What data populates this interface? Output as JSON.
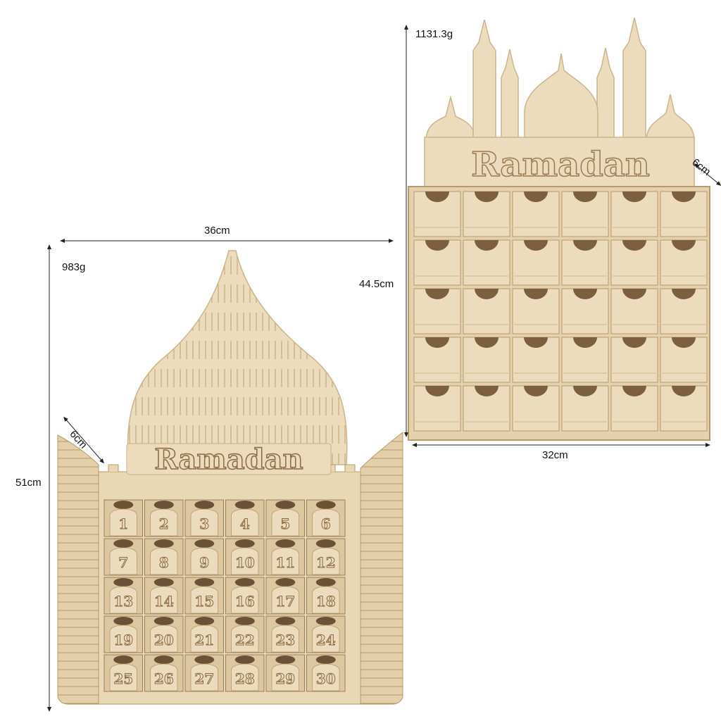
{
  "left_product": {
    "sign_text": "Ramadan",
    "weight": "983g",
    "width": "36cm",
    "height": "51cm",
    "depth": "6cm",
    "drawer_numbers": [
      "1",
      "2",
      "3",
      "4",
      "5",
      "6",
      "7",
      "8",
      "9",
      "10",
      "11",
      "12",
      "13",
      "14",
      "15",
      "16",
      "17",
      "18",
      "19",
      "20",
      "21",
      "22",
      "23",
      "24",
      "25",
      "26",
      "27",
      "28",
      "29",
      "30"
    ]
  },
  "right_product": {
    "sign_text": "Ramadan",
    "weight": "1131.3g",
    "width": "32cm",
    "height": "44.5cm",
    "depth": "6cm"
  },
  "colors": {
    "wood_light": "#ecdcbd",
    "wood_mid": "#dcc7a0",
    "wood_dark": "#8a6a44",
    "line": "#222222"
  }
}
